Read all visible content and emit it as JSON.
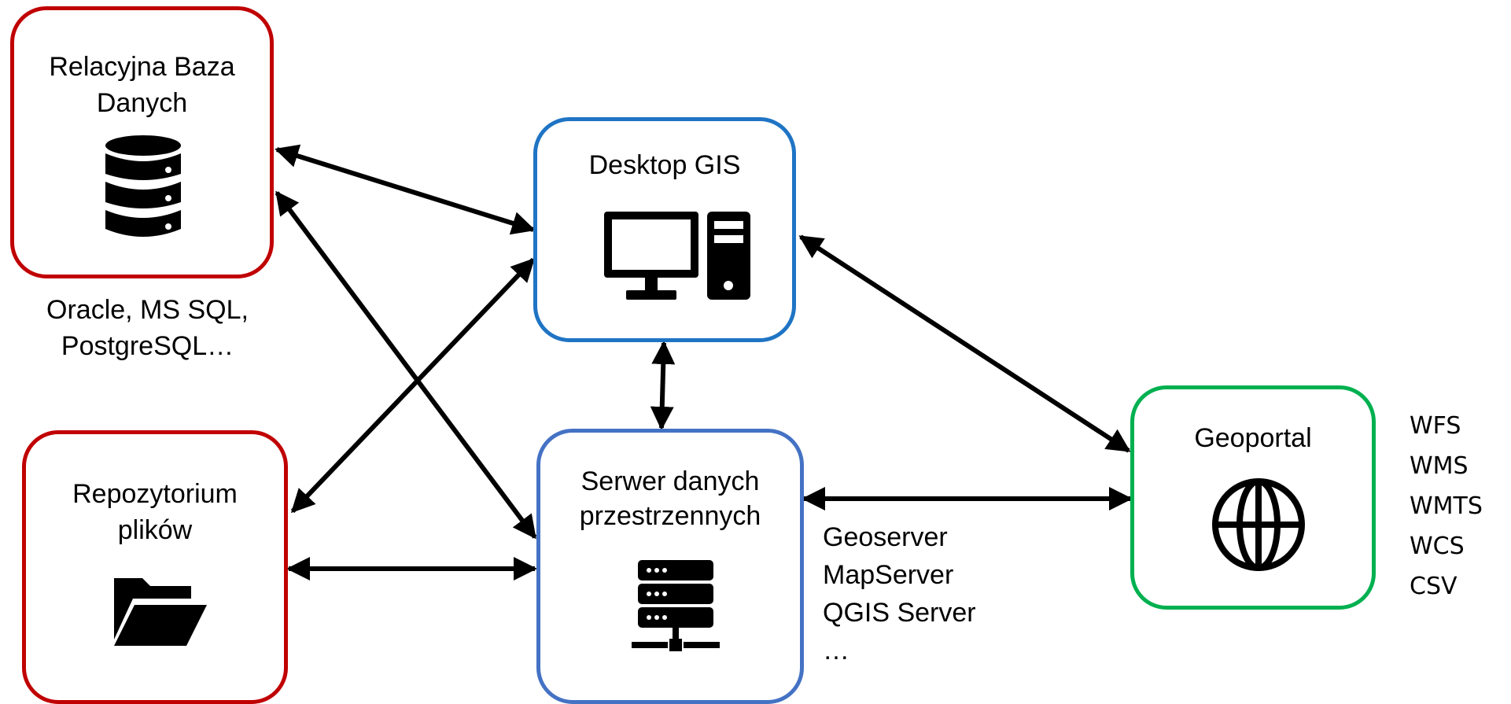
{
  "nodes": {
    "db": {
      "title_line1": "Relacyjna Baza",
      "title_line2": "Danych",
      "icon": "database-icon",
      "border_color": "#c00000"
    },
    "repo": {
      "title_line1": "Repozytorium",
      "title_line2": "plików",
      "icon": "folder-open-icon",
      "border_color": "#c00000"
    },
    "desktop": {
      "title": "Desktop GIS",
      "icon": "desktop-computer-icon",
      "border_color": "#1f74c4"
    },
    "server": {
      "title_line1": "Serwer danych",
      "title_line2": "przestrzennych",
      "icon": "server-rack-icon",
      "border_color": "#4472c4"
    },
    "geoportal": {
      "title": "Geoportal",
      "icon": "globe-icon",
      "border_color": "#00b050"
    }
  },
  "notes": {
    "db_examples": [
      "Oracle, MS SQL,",
      "PostgreSQL…"
    ],
    "server_examples": [
      "Geoserver",
      "MapServer",
      "QGIS Server",
      "…"
    ],
    "protocols": [
      "WFS",
      "WMS",
      "WMTS",
      "WCS",
      "CSV"
    ]
  },
  "connections": [
    {
      "from": "db",
      "to": "desktop",
      "type": "bidirectional"
    },
    {
      "from": "db",
      "to": "server",
      "type": "bidirectional"
    },
    {
      "from": "repo",
      "to": "desktop",
      "type": "bidirectional"
    },
    {
      "from": "repo",
      "to": "server",
      "type": "bidirectional"
    },
    {
      "from": "desktop",
      "to": "server",
      "type": "bidirectional"
    },
    {
      "from": "desktop",
      "to": "geoportal",
      "type": "bidirectional"
    },
    {
      "from": "server",
      "to": "geoportal",
      "type": "bidirectional"
    }
  ]
}
